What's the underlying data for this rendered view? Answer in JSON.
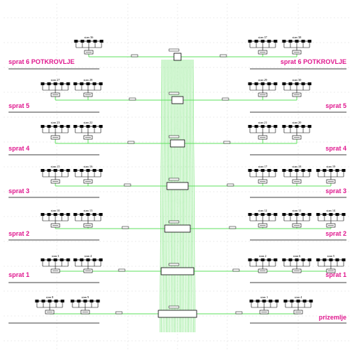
{
  "colors": {
    "cable": "#5fe05f",
    "riser": "#5fe05f",
    "box_stroke": "#000000",
    "label": "#e0198f",
    "floor_line": "#000000",
    "grid": "#d9d9d9"
  },
  "floors": [
    {
      "id": "sprat6",
      "label_left": "sprat 6 POTKROVLJE",
      "label_right": "sprat 6 POTKROVLJE",
      "left_units": [
        "stan 36"
      ],
      "right_units": [
        "stan 37",
        "stan 38"
      ]
    },
    {
      "id": "sprat5",
      "label_left": "sprat 5",
      "label_right": "sprat 5",
      "left_units": [
        "stan 27",
        "stan 28"
      ],
      "right_units": [
        "stan 29",
        "stan 30"
      ]
    },
    {
      "id": "sprat4",
      "label_left": "sprat 4",
      "label_right": "sprat 4",
      "left_units": [
        "stan 23",
        "stan 22"
      ],
      "right_units": [
        "stan 21",
        "stan 20"
      ]
    },
    {
      "id": "sprat3",
      "label_left": "sprat 3",
      "label_right": "sprat 3",
      "left_units": [
        "stan 15",
        "stan 16"
      ],
      "right_units": [
        "stan 17",
        "stan 18",
        "stan 19"
      ]
    },
    {
      "id": "sprat2",
      "label_left": "sprat 2",
      "label_right": "sprat 2",
      "left_units": [
        "stan 10",
        "stan 13"
      ],
      "right_units": [
        "stan 12",
        "stan 11",
        "stan 14"
      ]
    },
    {
      "id": "sprat1",
      "label_left": "sprat 1",
      "label_right": "sprat 1",
      "left_units": [
        "stan 3",
        "stan 4"
      ],
      "right_units": [
        "stan 2",
        "stan 6",
        "stan 5"
      ]
    },
    {
      "id": "prizemlje",
      "label_left": "",
      "label_right": "prizemlje",
      "left_units": [
        "stan 8",
        "stan 9"
      ],
      "right_units": [
        "stan 1",
        "stan 4"
      ]
    }
  ]
}
